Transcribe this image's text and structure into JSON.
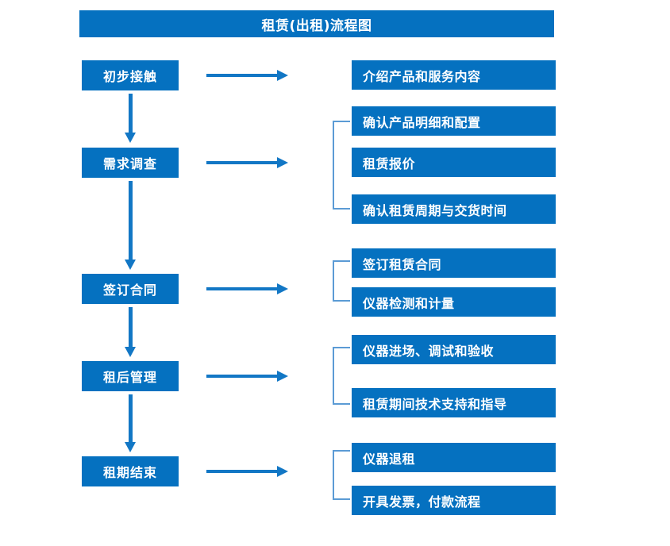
{
  "header": {
    "title": "租赁(出租)流程图"
  },
  "colors": {
    "box_blue": "#0571c0",
    "arrow_blue": "#1277c5",
    "bracket_blue": "#5b9bd5",
    "text_white": "#ffffff",
    "background": "#ffffff"
  },
  "flow": {
    "stages": [
      {
        "id": "stage-1",
        "label": "初步接触"
      },
      {
        "id": "stage-2",
        "label": "需求调查"
      },
      {
        "id": "stage-3",
        "label": "签订合同"
      },
      {
        "id": "stage-4",
        "label": "租后管理"
      },
      {
        "id": "stage-5",
        "label": "租期结束"
      }
    ],
    "details": [
      {
        "id": "detail-1",
        "label": "介绍产品和服务内容"
      },
      {
        "id": "detail-2",
        "label": "确认产品明细和配置"
      },
      {
        "id": "detail-3",
        "label": "租赁报价"
      },
      {
        "id": "detail-4",
        "label": "确认租赁周期与交货时间"
      },
      {
        "id": "detail-5",
        "label": "签订租赁合同"
      },
      {
        "id": "detail-6",
        "label": "仪器检测和计量"
      },
      {
        "id": "detail-7",
        "label": "仪器进场、调试和验收"
      },
      {
        "id": "detail-8",
        "label": "租赁期间技术支持和指导"
      },
      {
        "id": "detail-9",
        "label": "仪器退租"
      },
      {
        "id": "detail-10",
        "label": "开具发票，付款流程"
      }
    ],
    "groups": [
      {
        "id": "group-demand",
        "stage": "需求调查",
        "details": [
          "确认产品明细和配置",
          "租赁报价",
          "确认租赁周期与交货时间"
        ]
      },
      {
        "id": "group-contract",
        "stage": "签订合同",
        "details": [
          "签订租赁合同",
          "仪器检测和计量"
        ]
      },
      {
        "id": "group-after",
        "stage": "租后管理",
        "details": [
          "仪器进场、调试和验收",
          "租赁期间技术支持和指导"
        ]
      },
      {
        "id": "group-end",
        "stage": "租期结束",
        "details": [
          "仪器退租",
          "开具发票，付款流程"
        ]
      }
    ],
    "sequence": [
      "初步接触 → 需求调查",
      "需求调查 → 签订合同",
      "签订合同 → 租后管理",
      "租后管理 → 租期结束"
    ]
  }
}
